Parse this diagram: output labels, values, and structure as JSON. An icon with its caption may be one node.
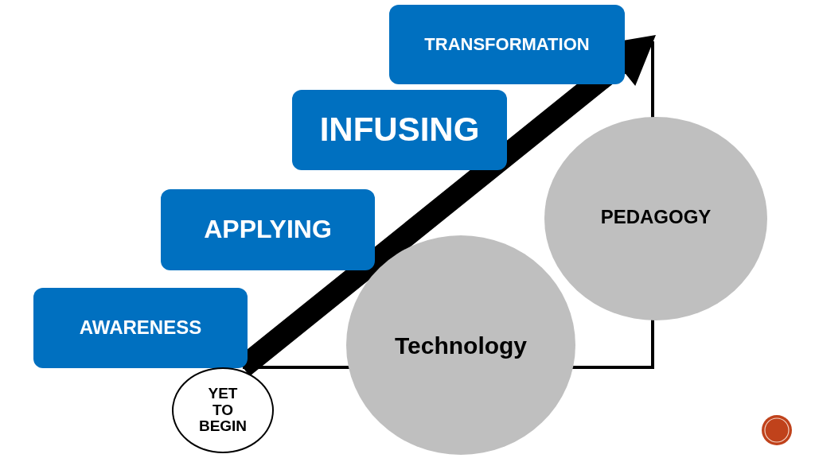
{
  "diagram": {
    "nodes": [
      {
        "text": [
          "TRANSFORMATION"
        ]
      },
      {
        "text": [
          "INFUSING"
        ]
      },
      {
        "text": [
          "APPLYING"
        ]
      },
      {
        "text": [
          "AWARENESS"
        ]
      },
      {
        "text": [
          "YET TO BEGIN"
        ]
      },
      {
        "text": [
          "Technology"
        ]
      },
      {
        "text": [
          "PEDAGOGY"
        ]
      }
    ],
    "edges": [
      {
        "from": 4,
        "to": 0,
        "arrow": "to",
        "style": "thick"
      }
    ]
  }
}
